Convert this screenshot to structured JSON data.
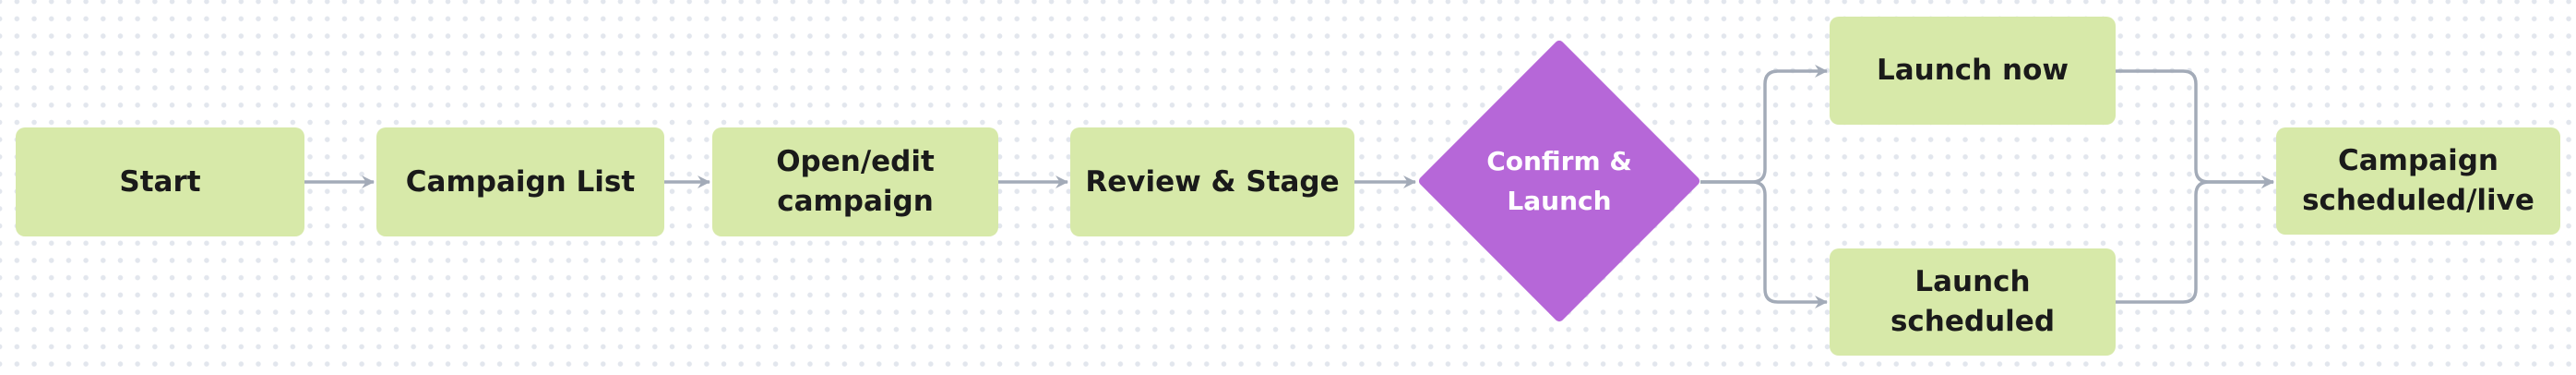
{
  "diagram": {
    "type": "flowchart",
    "direction": "left-to-right",
    "nodes": [
      {
        "id": "start",
        "label": "Start",
        "shape": "rect"
      },
      {
        "id": "campaign-list",
        "label": "Campaign List",
        "shape": "rect"
      },
      {
        "id": "open-edit-campaign",
        "label": "Open/edit campaign",
        "shape": "rect"
      },
      {
        "id": "review-stage",
        "label": "Review & Stage",
        "shape": "rect"
      },
      {
        "id": "confirm-launch",
        "label": "Confirm & Launch",
        "shape": "diamond"
      },
      {
        "id": "launch-now",
        "label": "Launch now",
        "shape": "rect"
      },
      {
        "id": "launch-scheduled",
        "label": "Launch scheduled",
        "shape": "rect"
      },
      {
        "id": "campaign-scheduled-live",
        "label": "Campaign scheduled/live",
        "shape": "rect"
      }
    ],
    "edges": [
      {
        "from": "start",
        "to": "campaign-list"
      },
      {
        "from": "campaign-list",
        "to": "open-edit-campaign"
      },
      {
        "from": "open-edit-campaign",
        "to": "review-stage"
      },
      {
        "from": "review-stage",
        "to": "confirm-launch"
      },
      {
        "from": "confirm-launch",
        "to": "launch-now"
      },
      {
        "from": "confirm-launch",
        "to": "launch-scheduled"
      },
      {
        "from": "launch-now",
        "to": "campaign-scheduled-live"
      },
      {
        "from": "launch-scheduled",
        "to": "campaign-scheduled-live"
      }
    ],
    "colors": {
      "background": "#ffffff",
      "dot_grid": "#e2e6ed",
      "node_fill": "#d7e9a9",
      "node_text": "#1a1a1a",
      "decision_fill": "#b667d8",
      "decision_text": "#ffffff",
      "connector": "#a3abb8"
    }
  }
}
